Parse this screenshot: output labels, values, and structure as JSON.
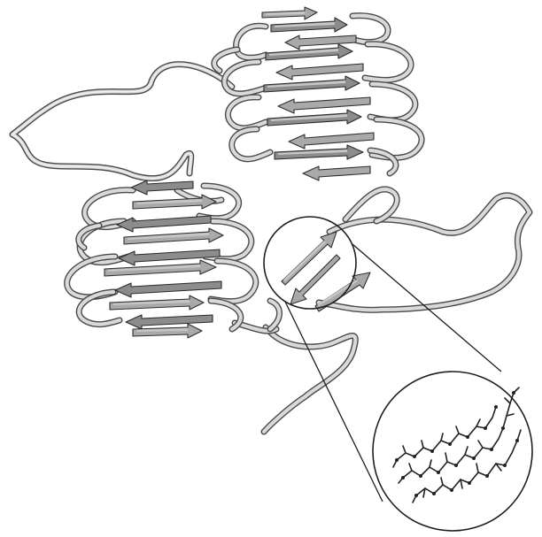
{
  "figure": {
    "background": "#ffffff",
    "ribbon_color": "#d9d9d9",
    "strand_color": "#a9a9a9",
    "outline_color": "#2e2e2e",
    "elements": {
      "upper_sheet_stack": "beta-sheet-stack",
      "middle_sheet_stack": "beta-sheet-stack",
      "zoom_source_circle": "magnifier-circle",
      "zoom_detail_circle": "atomic-detail-circle"
    }
  }
}
